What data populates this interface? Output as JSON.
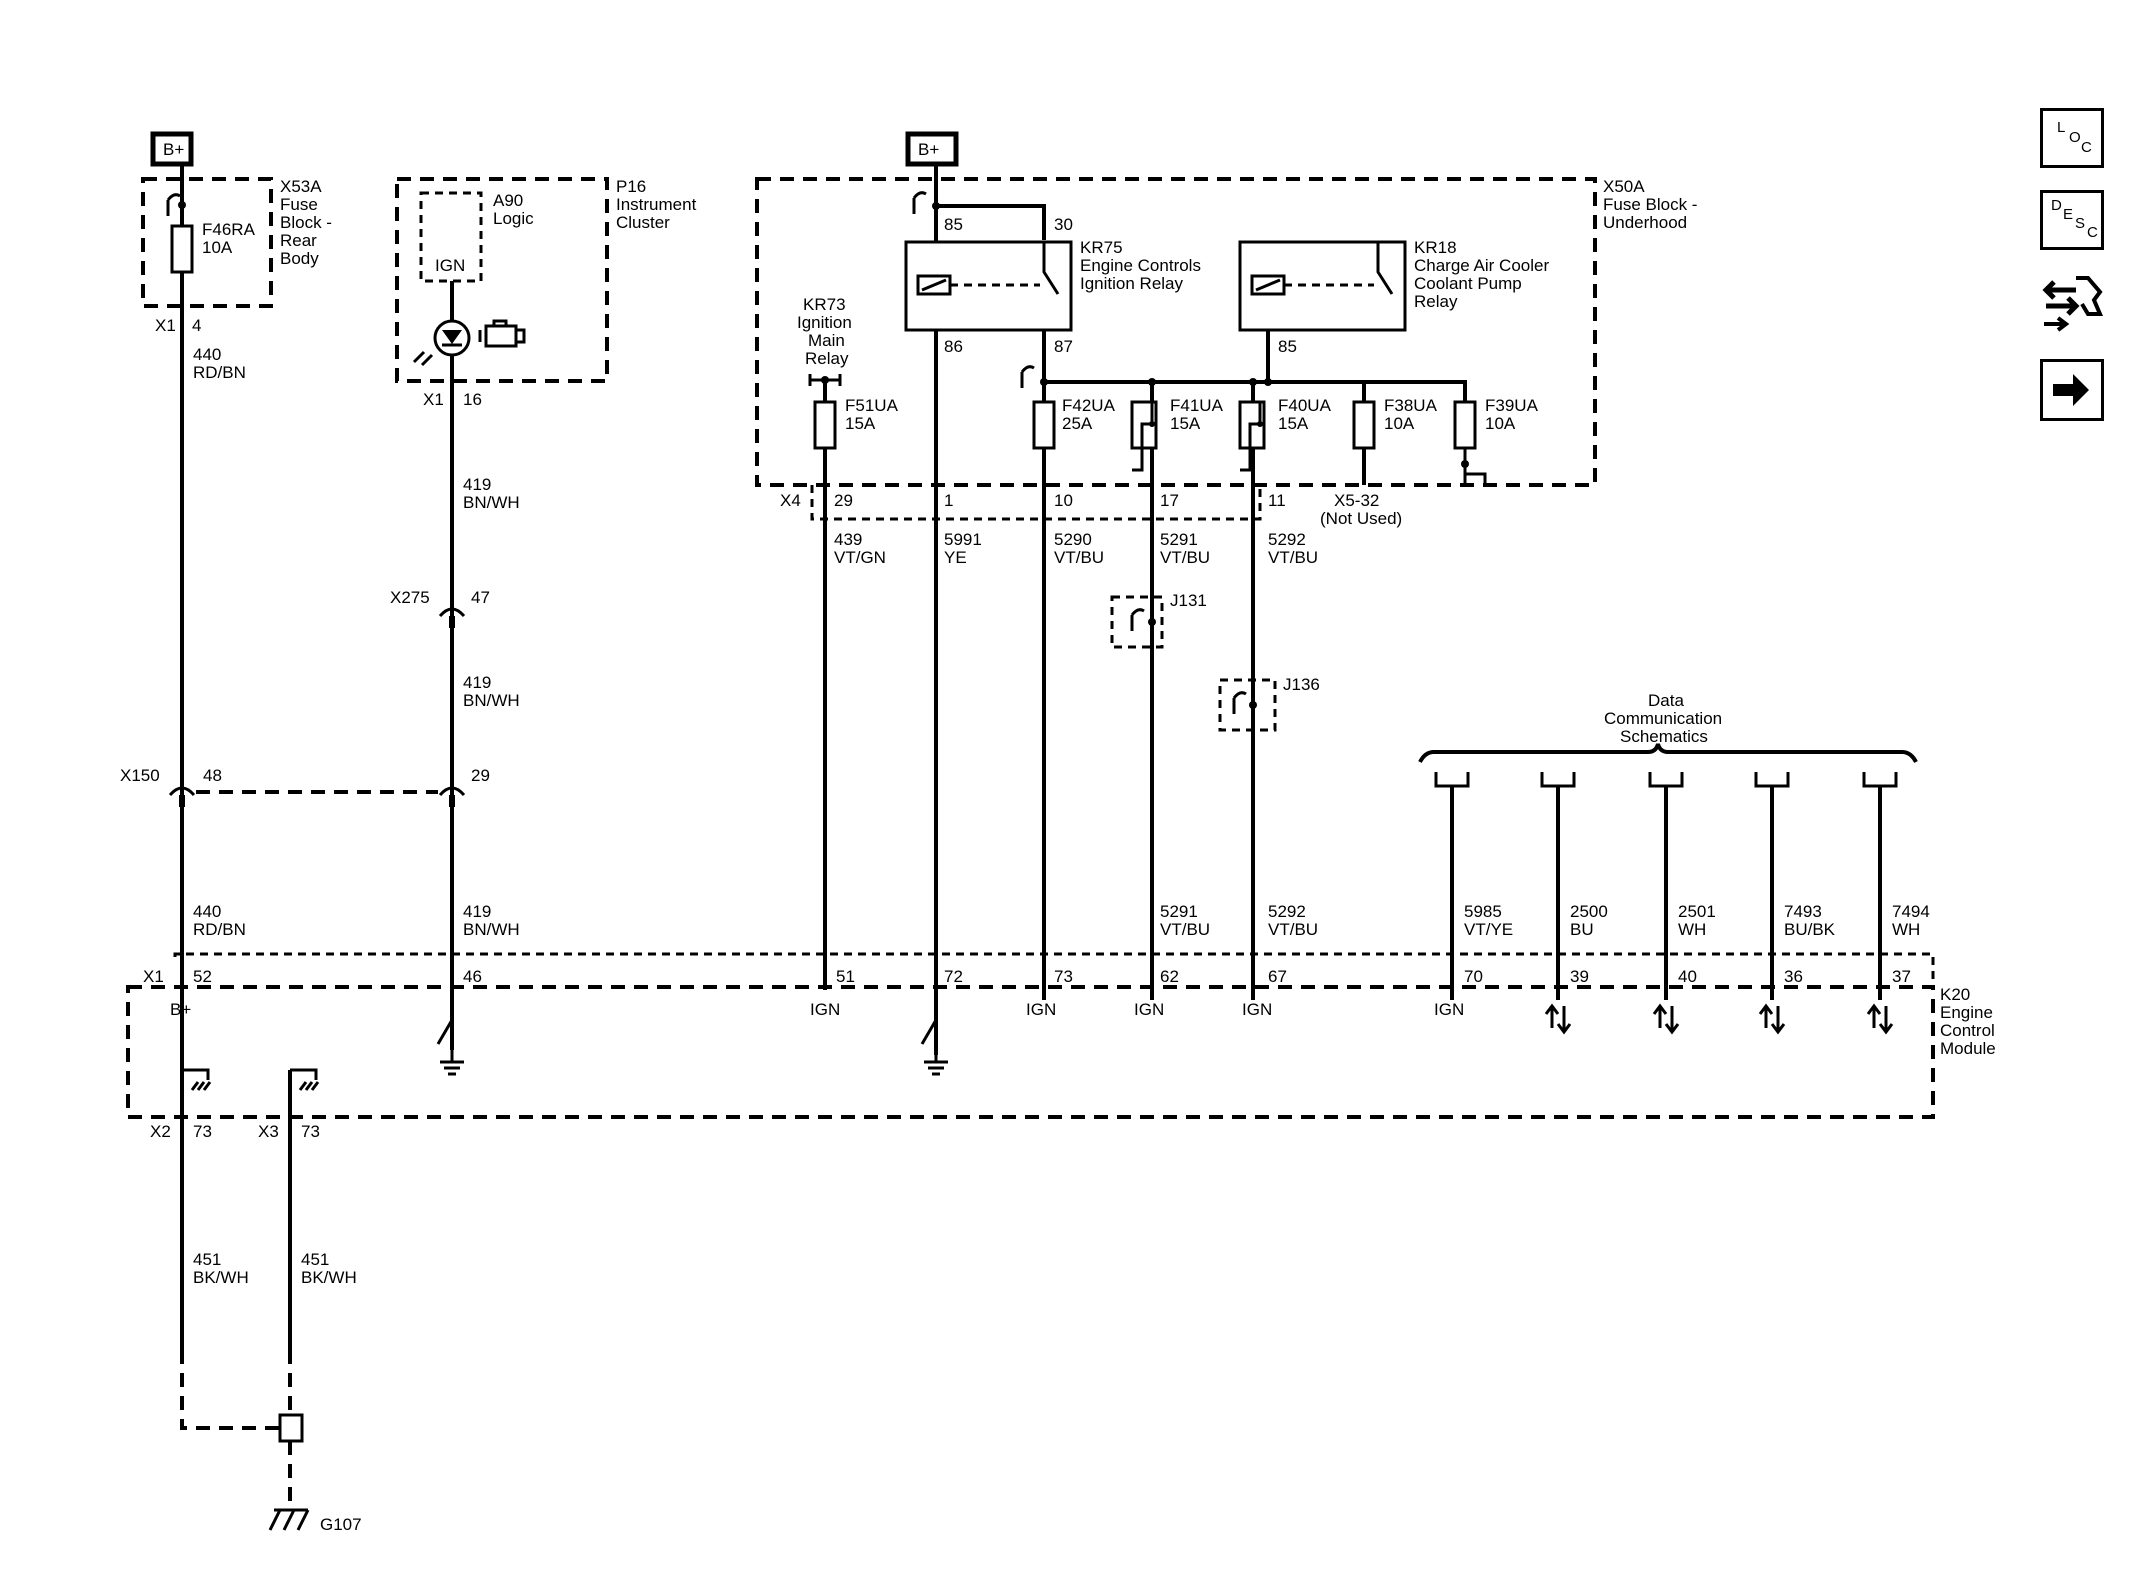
{
  "power": {
    "left": "B+",
    "right": "B+"
  },
  "x53a": {
    "id": "X53A",
    "l1": "Fuse",
    "l2": "Block -",
    "l3": "Rear",
    "l4": "Body",
    "fuse": "F46RA",
    "amp": "10A",
    "conn": "X1",
    "pin": "4"
  },
  "w440a": {
    "num": "440",
    "color": "RD/BN"
  },
  "w440b": {
    "num": "440",
    "color": "RD/BN"
  },
  "p16": {
    "id": "P16",
    "l1": "Instrument",
    "l2": "Cluster",
    "a90": "A90",
    "logic": "Logic",
    "ign": "IGN",
    "conn": "X1",
    "pin": "16"
  },
  "w419a": {
    "num": "419",
    "color": "BN/WH"
  },
  "w419b": {
    "num": "419",
    "color": "BN/WH"
  },
  "w419c": {
    "num": "419",
    "color": "BN/WH"
  },
  "x275": {
    "id": "X275",
    "pin": "47"
  },
  "x150": {
    "id": "X150",
    "pinA": "48",
    "pinB": "29"
  },
  "x50a": {
    "id": "X50A",
    "l1": "Fuse Block -",
    "l2": "Underhood"
  },
  "kr73": {
    "id": "KR73",
    "l1": "Ignition",
    "l2": "Main",
    "l3": "Relay"
  },
  "kr75": {
    "id": "KR75",
    "l1": "Engine Controls",
    "l2": "Ignition Relay",
    "p85": "85",
    "p30": "30",
    "p86": "86",
    "p87": "87"
  },
  "kr18": {
    "id": "KR18",
    "l1": "Charge Air Cooler",
    "l2": "Coolant Pump",
    "l3": "Relay",
    "p85": "85"
  },
  "fuses": [
    {
      "id": "F51UA",
      "amp": "15A"
    },
    {
      "id": "F42UA",
      "amp": "25A"
    },
    {
      "id": "F41UA",
      "amp": "15A"
    },
    {
      "id": "F40UA",
      "amp": "15A"
    },
    {
      "id": "F38UA",
      "amp": "10A"
    },
    {
      "id": "F39UA",
      "amp": "10A"
    }
  ],
  "x4": {
    "id": "X4",
    "p29": "29",
    "p1": "1",
    "p10": "10",
    "p17": "17",
    "p11": "11"
  },
  "x5": {
    "id": "X5-32",
    "note": "(Not Used)"
  },
  "wires_top": [
    {
      "num": "439",
      "color": "VT/GN"
    },
    {
      "num": "5991",
      "color": "YE"
    },
    {
      "num": "5290",
      "color": "VT/BU"
    },
    {
      "num": "5291",
      "color": "VT/BU"
    },
    {
      "num": "5292",
      "color": "VT/BU"
    }
  ],
  "j131": "J131",
  "j136": "J136",
  "datacomm": {
    "l1": "Data",
    "l2": "Communication",
    "l3": "Schematics"
  },
  "wires_bottom": [
    {
      "num": "5291",
      "color": "VT/BU"
    },
    {
      "num": "5292",
      "color": "VT/BU"
    },
    {
      "num": "5985",
      "color": "VT/YE"
    },
    {
      "num": "2500",
      "color": "BU"
    },
    {
      "num": "2501",
      "color": "WH"
    },
    {
      "num": "7493",
      "color": "BU/BK"
    },
    {
      "num": "7494",
      "color": "WH"
    }
  ],
  "k20": {
    "id": "K20",
    "l1": "Engine",
    "l2": "Control",
    "l3": "Module",
    "conn": "X1",
    "pins": [
      "52",
      "46",
      "51",
      "72",
      "73",
      "62",
      "67",
      "70",
      "39",
      "40",
      "36",
      "37"
    ],
    "bplus": "B+",
    "ign": "IGN"
  },
  "ground": {
    "x2": "X2",
    "x3": "X3",
    "p2": "73",
    "p3": "73",
    "w1": {
      "num": "451",
      "color": "BK/WH"
    },
    "w2": {
      "num": "451",
      "color": "BK/WH"
    },
    "g": "G107"
  },
  "nav": {
    "loc": [
      "L",
      "O",
      "C"
    ],
    "desc": [
      "D",
      "E",
      "S",
      "C"
    ],
    "icons": [
      "connector-swap-icon",
      "next-arrow-icon"
    ]
  }
}
